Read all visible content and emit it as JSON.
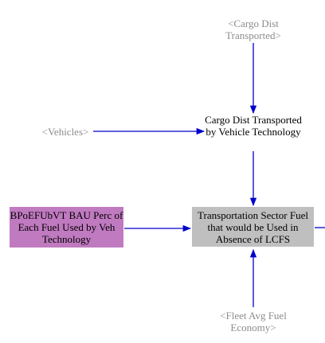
{
  "nodes": {
    "cargo_dist_transported": "<Cargo Dist Transported>",
    "vehicles": "<Vehicles>",
    "cargo_dist_by_tech": "Cargo Dist Transported by Vehicle Technology",
    "bpoefubvt": "BPoEFUbVT BAU Perc of Each Fuel Used by Veh Technology",
    "transport_fuel": "Transportation Sector Fuel that would be Used in Absence of LCFS",
    "fleet_avg_fuel_economy": "<Fleet Avg Fuel Economy>"
  },
  "colors": {
    "arrow": "#0000cc",
    "shadow_text": "#8c8c8c",
    "gray_box": "#bfbfbf",
    "purple_box": "#c07ac0"
  }
}
